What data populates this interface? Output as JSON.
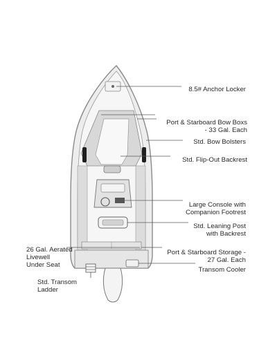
{
  "diagram": {
    "labels": {
      "anchor_locker": "8.5# Anchor Locker",
      "bow_boxes": "Port & Starboard Bow Boxs\n- 33 Gal. Each",
      "bow_bolsters": "Std. Bow Bolsters",
      "flip_out_backrest": "Std. Flip-Out Backrest",
      "console": "Large Console with\nCompanion Footrest",
      "leaning_post": "Std. Leaning Post\nwith Backrest",
      "storage": "Port & Starboard Storage -\n27 Gal. Each",
      "transom_cooler": "Transom Cooler",
      "livewell": "26 Gal. Aerated\nLivewell\nUnder Seat",
      "transom_ladder": "Std. Transom\nLadder"
    },
    "colors": {
      "hull_outline": "#8a8a8a",
      "deck": "#e9e9e9",
      "deck_dark": "#c9c9c9",
      "bolster": "#1f1f1f",
      "leader": "#5a5a5a"
    }
  }
}
